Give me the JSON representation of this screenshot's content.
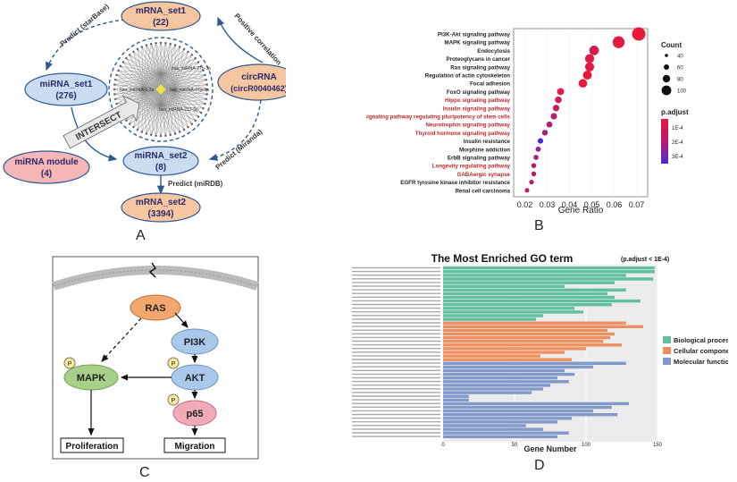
{
  "panelA": {
    "letter": "A",
    "nodes": {
      "mrna_set1": {
        "label": "mRNA_set1",
        "count": "(22)"
      },
      "mirna_set1": {
        "label": "miRNA_set1",
        "count": "(276)"
      },
      "circrna": {
        "label": "circRNA",
        "id": "(circR0040462)"
      },
      "mirna_set2": {
        "label": "miRNA_set2",
        "count": "(8)"
      },
      "mirna_module": {
        "label": "miRNA module",
        "count": "(4)"
      },
      "mrna_set2": {
        "label": "mRNA_set2",
        "count": "(3394)"
      }
    },
    "edges": {
      "predict_starbase": "Predict (starBase)",
      "positive_correlation": "Positive correlation",
      "predict_miranda": "Predict (Miranda)",
      "predict_mirdb": "Predict (miRDB)",
      "intersect": "INTERSECT"
    },
    "network_labels": [
      "hsa_miRNA-27b-3p",
      "hsa_miRNA-27a-3p",
      "hsa_miRNA-1-3p",
      "hsa_miRNA-212-5p"
    ],
    "colors": {
      "blue_node": "#c9dcf0",
      "orange_node": "#f5c6a0",
      "pink_node": "#f4b6b6",
      "edge": "#2e5a94"
    }
  },
  "panelB": {
    "letter": "B",
    "legend_count_title": "Count",
    "legend_count_values": [
      "40",
      "60",
      "80",
      "100"
    ],
    "legend_padj_title": "p.adjust",
    "legend_padj_values": [
      "1E-4",
      "2E-4",
      "3E-4"
    ],
    "xlabel": "Gene Ratio",
    "xticks": [
      "0.02",
      "0.03",
      "0.04",
      "0.05",
      "0.06",
      "0.07"
    ]
  },
  "panelC": {
    "letter": "C",
    "nodes": {
      "ras": "RAS",
      "pi3k": "PI3K",
      "akt": "AKT",
      "mapk": "MAPK",
      "p65": "p65",
      "p": "P"
    },
    "outputs": {
      "proliferation": "Proliferation",
      "migration": "Migration"
    }
  },
  "panelD": {
    "letter": "D",
    "title": "The Most Enriched GO term",
    "subtitle": "(p.adjust < 1E-4)",
    "xlabel": "Gene Number",
    "xticks": [
      "0",
      "50",
      "100",
      "150"
    ],
    "legend": [
      {
        "name": "Biological process",
        "color": "#5fbf9f"
      },
      {
        "name": "Cellular component",
        "color": "#ef8f5f"
      },
      {
        "name": "Molecular function",
        "color": "#8099c8"
      }
    ]
  },
  "chart_data": [
    {
      "type": "scatter",
      "categories": [
        "PI3K-Akt signaling pathway",
        "MAPK signaling pathway",
        "Endocytosis",
        "Proteoglycans in cancer",
        "Ras signaling pathway",
        "Regulation of actin cytoskeleton",
        "Focal adhesion",
        "FoxO signaling pathway",
        "Hippo signaling pathway",
        "Insulin signaling pathway",
        "signaling pathway regulating pluripotency of stem cells",
        "Neurotrophin signaling pathway",
        "Thyroid hormone signaling pathway",
        "Insulin resistance",
        "Morphine addiction",
        "ErbB signaling pathway",
        "Longevity regulating pathway",
        "GABAergic synapse",
        "EGFR tyrosine kinase inhibitor resistance",
        "Renal cell carcinoma"
      ],
      "highlighted": [
        false,
        false,
        false,
        false,
        false,
        false,
        false,
        false,
        true,
        true,
        true,
        true,
        true,
        false,
        false,
        false,
        true,
        true,
        false,
        false
      ],
      "x": [
        0.071,
        0.062,
        0.051,
        0.049,
        0.049,
        0.048,
        0.046,
        0.036,
        0.035,
        0.034,
        0.033,
        0.031,
        0.029,
        0.027,
        0.026,
        0.025,
        0.024,
        0.024,
        0.023,
        0.021
      ],
      "count": [
        100,
        88,
        70,
        66,
        66,
        65,
        62,
        50,
        48,
        46,
        45,
        42,
        40,
        38,
        36,
        35,
        34,
        33,
        32,
        30
      ],
      "padj": [
        5e-05,
        6e-05,
        8e-05,
        7e-05,
        6e-05,
        5e-05,
        5e-05,
        6e-05,
        8e-05,
        0.0001,
        0.00012,
        0.00014,
        0.00016,
        0.0003,
        0.00018,
        0.00015,
        0.00014,
        0.00013,
        0.00012,
        0.00011
      ],
      "xlabel": "Gene Ratio",
      "xlim": [
        0.015,
        0.075
      ]
    },
    {
      "type": "bar",
      "series": [
        {
          "name": "Biological process",
          "color": "#5fbf9f",
          "start": 0,
          "values": [
            148,
            148,
            128,
            147,
            120,
            85,
            128,
            115,
            120,
            138,
            118,
            92,
            98,
            70,
            65
          ]
        },
        {
          "name": "Cellular component",
          "color": "#ef8f5f",
          "start": 15,
          "values": [
            128,
            140,
            115,
            120,
            117,
            112,
            125,
            100,
            85,
            68,
            90
          ]
        },
        {
          "name": "Molecular function",
          "color": "#8099c8",
          "start": 26,
          "values": [
            128,
            105,
            85,
            92,
            80,
            88,
            75,
            70,
            62,
            18,
            18,
            130,
            118,
            105,
            122,
            90,
            80,
            58,
            70,
            88,
            80
          ]
        }
      ],
      "xlabel": "Gene Number",
      "xlim": [
        0,
        150
      ]
    }
  ]
}
